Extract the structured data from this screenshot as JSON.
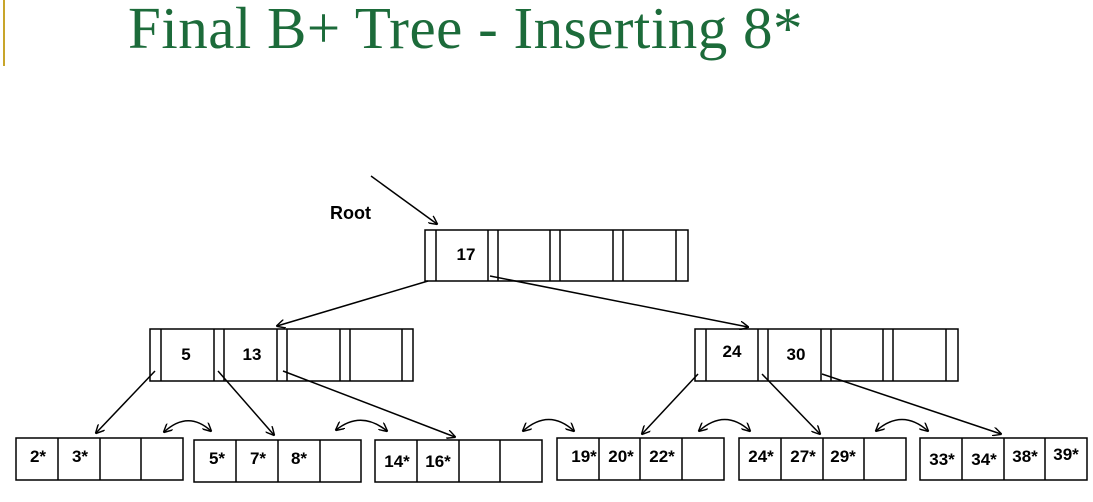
{
  "slide": {
    "title": "Final B+ Tree - Inserting 8*"
  },
  "root_label": "Root",
  "root": {
    "keys": [
      "17",
      "",
      "",
      ""
    ]
  },
  "internal": [
    {
      "keys": [
        "5",
        "13",
        "",
        ""
      ]
    },
    {
      "keys": [
        "24",
        "30",
        "",
        ""
      ]
    }
  ],
  "leaves": [
    {
      "entries": [
        "2*",
        "3*",
        "",
        ""
      ]
    },
    {
      "entries": [
        "5*",
        "7*",
        "8*",
        ""
      ]
    },
    {
      "entries": [
        "14*",
        "16*",
        "",
        ""
      ]
    },
    {
      "entries": [
        "19*",
        "20*",
        "22*",
        ""
      ]
    },
    {
      "entries": [
        "24*",
        "27*",
        "29*",
        ""
      ]
    },
    {
      "entries": [
        "33*",
        "34*",
        "38*",
        "39*"
      ]
    }
  ]
}
